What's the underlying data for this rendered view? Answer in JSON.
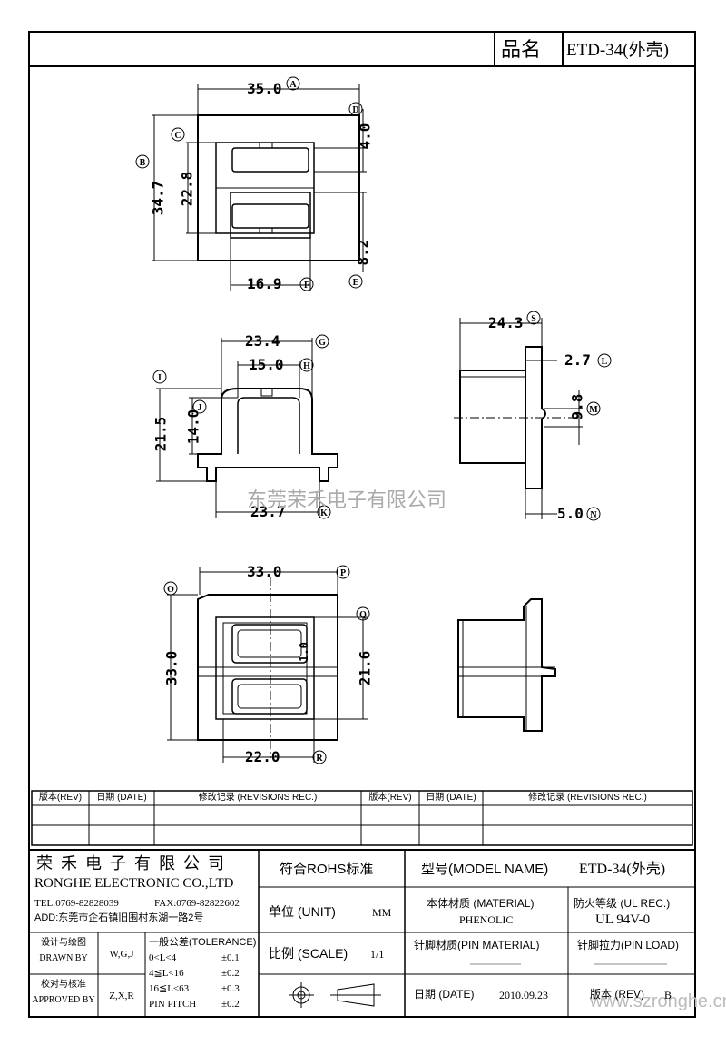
{
  "title_block": {
    "part_label": "品名",
    "part_value": "ETD-34(外壳)"
  },
  "dimensions": {
    "top_view": {
      "width": "35.0",
      "width_ref": "A",
      "height_total": "34.7",
      "height_total_ref": "B",
      "inner_height": "22.8",
      "inner_height_ref": "C",
      "slot_gap": "4.0",
      "slot_gap_ref": "D",
      "lower_offset": "8.2",
      "lower_offset_ref": "E",
      "bottom_width": "16.9",
      "bottom_width_ref": "F"
    },
    "front_view": {
      "top_width": "23.4",
      "top_width_ref": "G",
      "inner_width": "15.0",
      "inner_width_ref": "H",
      "height_total": "21.5",
      "height_total_ref": "I",
      "inner_height": "14.0",
      "inner_height_ref": "J",
      "base_width": "23.7",
      "base_width_ref": "K"
    },
    "side_view": {
      "depth": "24.3",
      "depth_ref": "S",
      "flange": "2.7",
      "flange_ref": "L",
      "notch": "9.8",
      "notch_ref": "M",
      "base": "5.0",
      "base_ref": "N"
    },
    "bottom_view": {
      "width": "33.0",
      "width_ref": "P",
      "height": "33.0",
      "height_ref": "O",
      "inner_height": "21.6",
      "inner_height_ref": "Q",
      "gap": "1.0",
      "bottom_width": "22.0",
      "bottom_width_ref": "R"
    }
  },
  "watermark": {
    "center": "东莞荣禾电子有限公司",
    "url": "www.szronghe.cn"
  },
  "revision_table": {
    "headers": [
      "版本(REV)",
      "日期 (DATE)",
      "修改记录 (REVISIONS REC.)",
      "版本(REV)",
      "日期 (DATE)",
      "修改记录 (REVISIONS REC.)"
    ]
  },
  "company": {
    "name_cn": "荣禾电子有限公司",
    "name_en": "RONGHE ELECTRONIC CO.,LTD",
    "tel": "TEL:0769-82828039",
    "fax": "FAX:0769-82822602",
    "addr": "ADD:东莞市企石镇旧围村东湖一路2号"
  },
  "signoff": {
    "design_label_cn": "设计与绘图",
    "design_label_en": "DRAWN BY",
    "design_value": "W,G,J",
    "check_label_cn": "校对与核准",
    "check_label_en": "APPROVED BY",
    "check_value": "Z,X,R"
  },
  "tolerance": {
    "title": "一般公差(TOLERANCE)",
    "rows": [
      {
        "range": "0<L<4",
        "value": "±0.1"
      },
      {
        "range": "4≦L<16",
        "value": "±0.2"
      },
      {
        "range": "16≦L<63",
        "value": "±0.3"
      },
      {
        "range": "PIN PITCH",
        "value": "±0.2"
      }
    ]
  },
  "specs": {
    "rohs": "符合ROHS标准",
    "unit_label": "单位 (UNIT)",
    "unit_value": "MM",
    "scale_label": "比例 (SCALE)",
    "scale_value": "1/1",
    "model_label": "型号(MODEL NAME)",
    "model_value": "ETD-34(外壳)",
    "material_label": "本体材质 (MATERIAL)",
    "material_value": "PHENOLIC",
    "ul_label": "防火等级 (UL REC.)",
    "ul_value": "UL 94V-0",
    "pin_material_label": "针脚材质(PIN MATERIAL)",
    "pin_load_label": "针脚拉力(PIN LOAD)",
    "date_label": "日期 (DATE)",
    "date_value": "2010.09.23",
    "rev_label": "版本 (REV)",
    "rev_value": "B"
  },
  "icons": [
    "projection-symbol-icon"
  ]
}
